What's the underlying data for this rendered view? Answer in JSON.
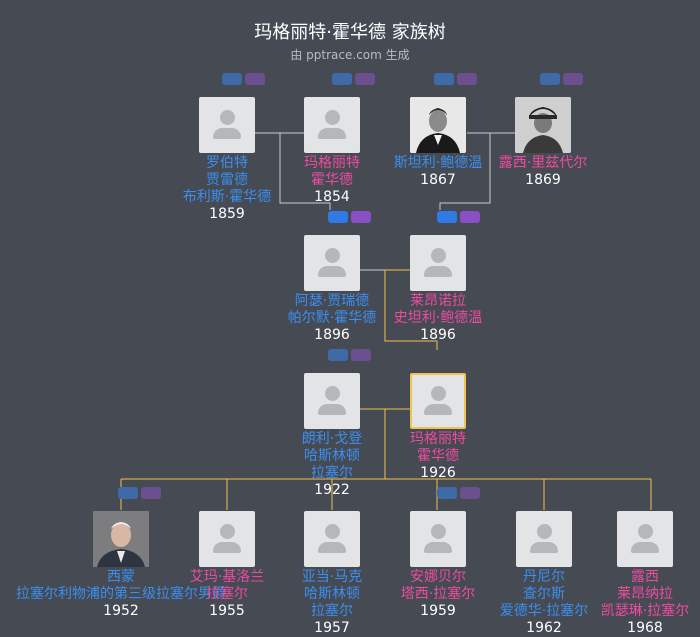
{
  "header": {
    "title": "玛格丽特·霍华德 家族树",
    "subtitle": "由 pptrace.com 生成"
  },
  "colors": {
    "background": "#454a53",
    "line_gray": "#c9ccd1",
    "line_gold": "#f2c14e",
    "male": "#3b8ff0",
    "female": "#ee4ba1",
    "badge_blue_active": "#2f7ae5",
    "badge_purple_active": "#8a4fc4",
    "badge_blue_dim": "#3e6aa8",
    "badge_purple_dim": "#6c4f8f"
  },
  "people": {
    "robert": {
      "name_lines": [
        "罗伯特",
        "贾雷德",
        "布利斯·霍华德"
      ],
      "year": "1859"
    },
    "margaret_sr": {
      "name_lines": [
        "玛格丽特",
        "霍华德"
      ],
      "year": "1854"
    },
    "stanley": {
      "name_lines": [
        "斯坦利·鲍德温"
      ],
      "year": "1867"
    },
    "lucy": {
      "name_lines": [
        "露西·里兹代尔"
      ],
      "year": "1869"
    },
    "arthur": {
      "name_lines": [
        "阿瑟·贾瑞德",
        "帕尔默·霍华德"
      ],
      "year": "1896"
    },
    "leonora": {
      "name_lines": [
        "莱昂诺拉",
        "史坦利·鲍德温"
      ],
      "year": "1896"
    },
    "ronnie": {
      "name_lines": [
        "朗利·戈登",
        "哈斯林顿",
        "拉塞尔"
      ],
      "year": "1922"
    },
    "margaret": {
      "name_lines": [
        "玛格丽特",
        "霍华德"
      ],
      "year": "1926"
    },
    "simon": {
      "name_lines": [
        "西蒙",
        "拉塞尔利物浦的第三级拉塞尔男爵"
      ],
      "year": "1952"
    },
    "emma": {
      "name_lines": [
        "艾玛·基洛兰",
        "拉塞尔"
      ],
      "year": "1955"
    },
    "adam": {
      "name_lines": [
        "亚当·马克",
        "哈斯林顿",
        "拉塞尔"
      ],
      "year": "1957"
    },
    "anna": {
      "name_lines": [
        "安娜贝尔",
        "塔西·拉塞尔"
      ],
      "year": "1959"
    },
    "daniel": {
      "name_lines": [
        "丹尼尔",
        "查尔斯",
        "爱德华·拉塞尔"
      ],
      "year": "1962"
    },
    "lucy2": {
      "name_lines": [
        "露西",
        "莱昂纳拉",
        "凯瑟琳·拉塞尔"
      ],
      "year": "1968"
    }
  }
}
